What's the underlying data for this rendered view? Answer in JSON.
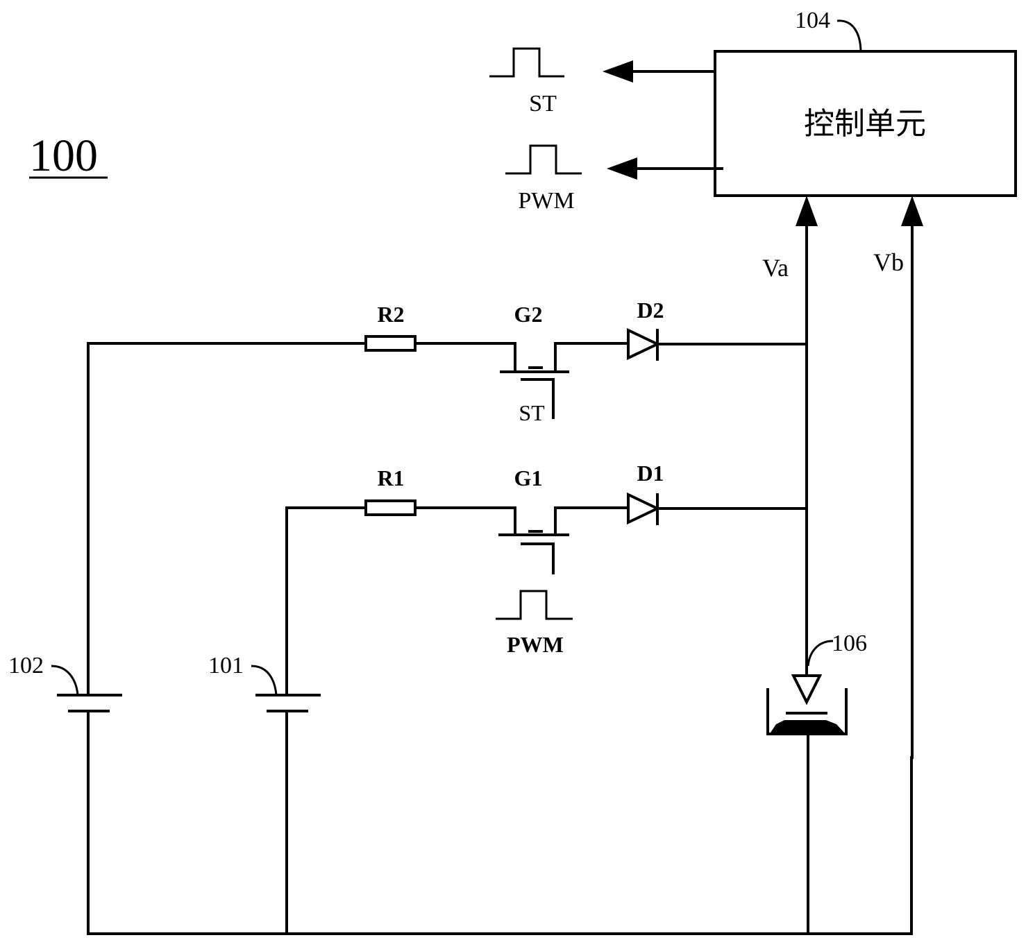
{
  "figure_label": "100",
  "control_unit": {
    "ref": "104",
    "text": "控制单元"
  },
  "outputs": {
    "st": "ST",
    "pwm": "PWM"
  },
  "signals": {
    "va": "Va",
    "vb": "Vb"
  },
  "resistors": {
    "r2": "R2",
    "r1": "R1"
  },
  "switches": {
    "g2": "G2",
    "g1": "G1",
    "g2_gate": "ST",
    "g1_gate": "PWM"
  },
  "diodes": {
    "d2": "D2",
    "d1": "D1"
  },
  "batteries": {
    "b102": "102",
    "b101": "101"
  },
  "load": {
    "ref": "106"
  }
}
